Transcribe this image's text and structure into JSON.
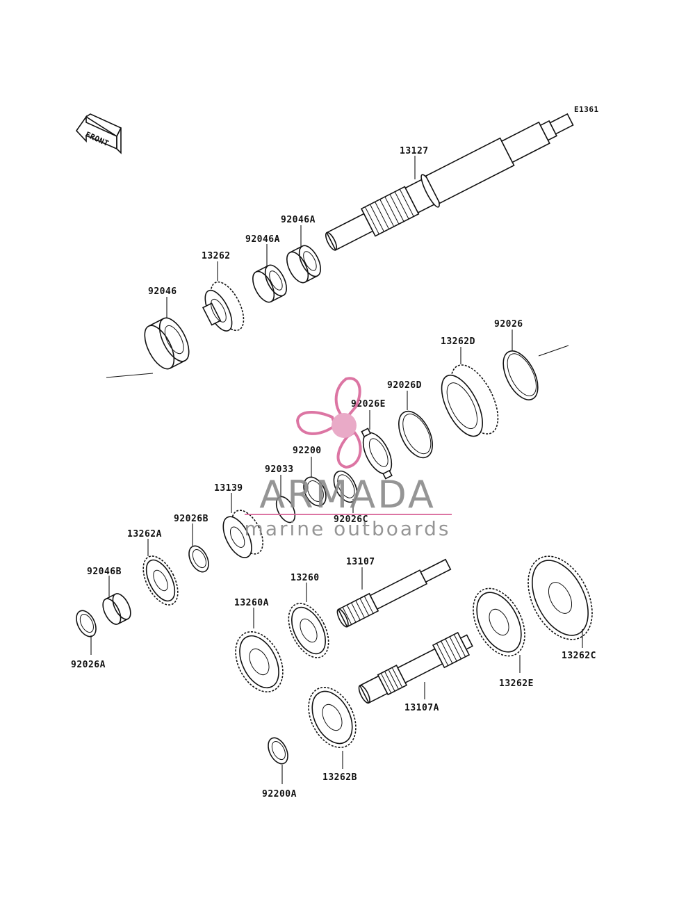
{
  "diagram": {
    "code": "E1361",
    "front_label": "FRONT",
    "parts": [
      {
        "id": "13127"
      },
      {
        "id": "92046A-1",
        "label": "92046A"
      },
      {
        "id": "92046A-2",
        "label": "92046A"
      },
      {
        "id": "13262"
      },
      {
        "id": "92046"
      },
      {
        "id": "92026"
      },
      {
        "id": "13262D"
      },
      {
        "id": "92026D"
      },
      {
        "id": "92026E"
      },
      {
        "id": "92200"
      },
      {
        "id": "92033"
      },
      {
        "id": "92026C"
      },
      {
        "id": "13139"
      },
      {
        "id": "92026B"
      },
      {
        "id": "13262A"
      },
      {
        "id": "92046B"
      },
      {
        "id": "92026A"
      },
      {
        "id": "13107"
      },
      {
        "id": "13260"
      },
      {
        "id": "13260A"
      },
      {
        "id": "13262C"
      },
      {
        "id": "13262E"
      },
      {
        "id": "13107A"
      },
      {
        "id": "13262B"
      },
      {
        "id": "92200A"
      }
    ]
  },
  "watermark": {
    "brand": "ARMADA",
    "tagline": "marine outboards",
    "brand_color": "#d9679a",
    "text_color": "#7a7a7a"
  }
}
